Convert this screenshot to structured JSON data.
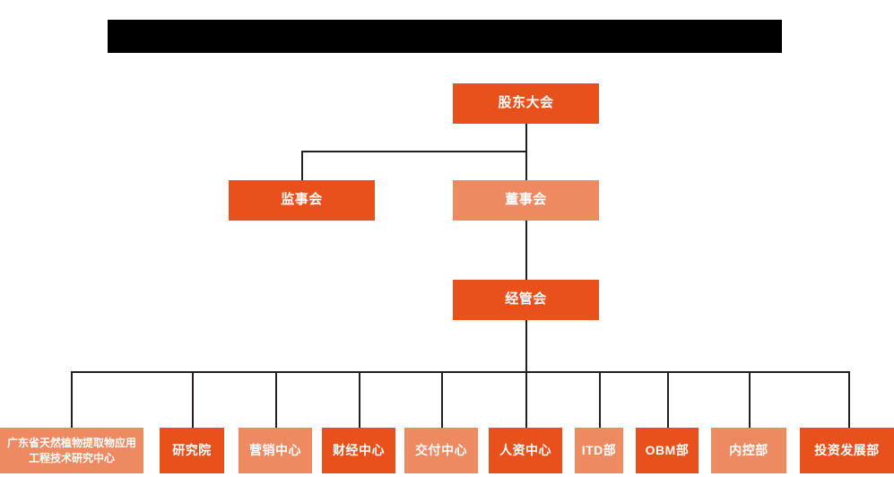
{
  "chart_title_banner": {
    "label": "redacted-title-bar",
    "visible_text": ""
  },
  "colors": {
    "dark_orange": "#E8511C",
    "light_orange": "#ED8A62",
    "line": "#231f20",
    "banner": "#000000",
    "background": "#ffffff",
    "text": "#ffffff"
  },
  "levels": {
    "level1": [
      {
        "id": "shareholders-meeting",
        "label": "股东大会",
        "tone": "dark"
      }
    ],
    "level2": [
      {
        "id": "board-of-supervisors",
        "label": "监事会",
        "tone": "dark"
      },
      {
        "id": "board-of-directors",
        "label": "董事会",
        "tone": "light"
      }
    ],
    "level3": [
      {
        "id": "management-committee",
        "label": "经管会",
        "tone": "dark"
      }
    ],
    "departments": [
      {
        "id": "guangdong-research-center",
        "label": "广东省天然植物提取物应用工程技术研究中心",
        "tone": "light"
      },
      {
        "id": "research-institute",
        "label": "研究院",
        "tone": "dark"
      },
      {
        "id": "marketing-center",
        "label": "营销中心",
        "tone": "light"
      },
      {
        "id": "finance-center",
        "label": "财经中心",
        "tone": "dark"
      },
      {
        "id": "delivery-center",
        "label": "交付中心",
        "tone": "light"
      },
      {
        "id": "hr-center",
        "label": "人资中心",
        "tone": "dark"
      },
      {
        "id": "itd-department",
        "label": "ITD部",
        "tone": "light"
      },
      {
        "id": "obm-department",
        "label": "OBM部",
        "tone": "dark"
      },
      {
        "id": "internal-control-department",
        "label": "内控部",
        "tone": "light"
      },
      {
        "id": "investment-development-department",
        "label": "投资发展部",
        "tone": "dark"
      }
    ]
  }
}
